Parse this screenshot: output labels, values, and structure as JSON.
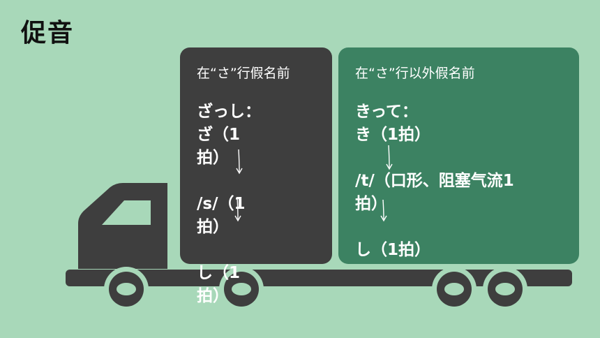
{
  "slide": {
    "title": "促音"
  },
  "cards": {
    "before_sa": {
      "heading": "在“さ”行假名前",
      "text": "ざっし：\nざ（1\n拍）\n\n/s/（1\n拍）\n\nし（1\n拍）"
    },
    "other": {
      "heading": "在“さ”行以外假名前",
      "text": "きって：\nき（1拍）\n\n/t/（口形、阻塞气流1\n拍）\n\nし（1拍）"
    }
  },
  "colors": {
    "background": "#a8d8b9",
    "truck": "#3e3e3e",
    "card_dark": "#3e3e3e",
    "card_green": "#3c8262",
    "text_light": "#ffffff"
  },
  "icons": {
    "truck": "truck-illustration",
    "arrow": "down-arrow-icon"
  }
}
